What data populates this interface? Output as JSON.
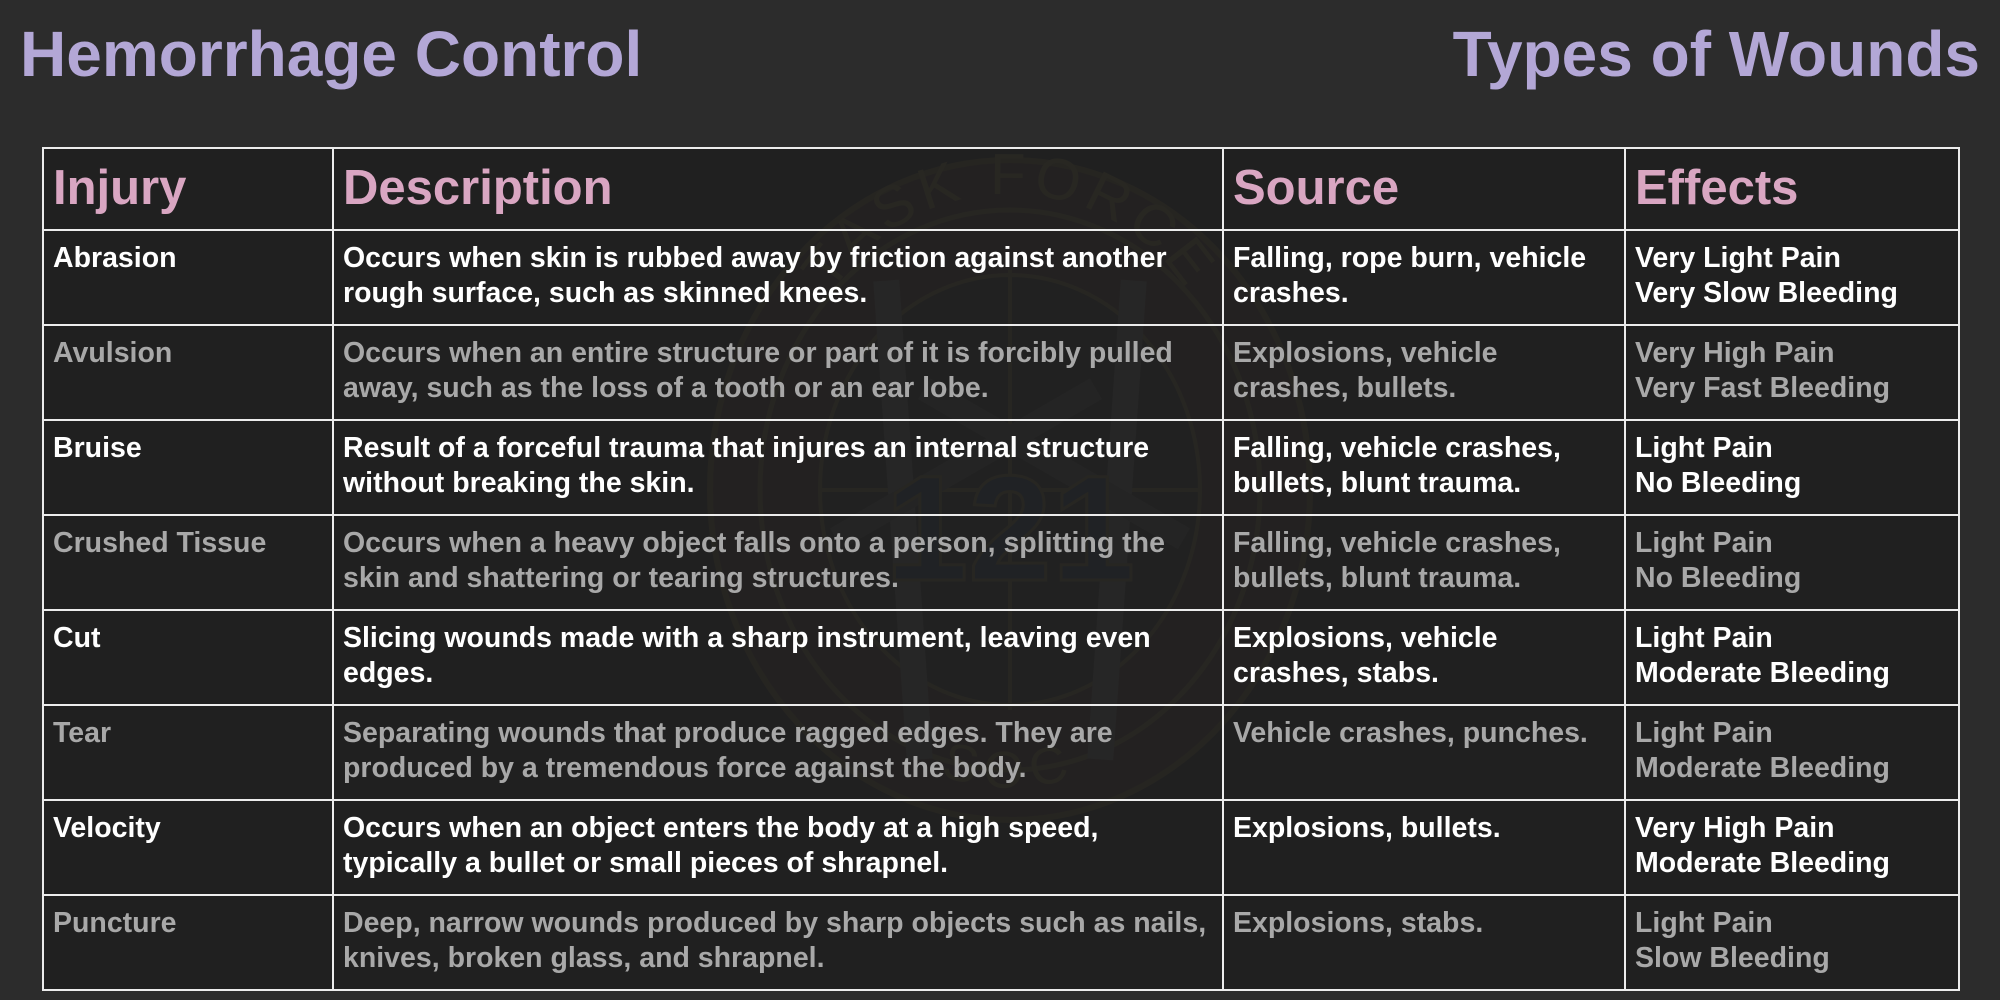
{
  "header": {
    "left_title": "Hemorrhage Control",
    "right_title": "Types of Wounds"
  },
  "watermark": {
    "top_text": "TASK FORCE",
    "number": "121",
    "bottom_text": "SOC"
  },
  "table": {
    "columns": [
      "Injury",
      "Description",
      "Source",
      "Effects"
    ],
    "rows": [
      {
        "injury": "Abrasion",
        "description": "Occurs when skin is rubbed away by friction against another rough surface, such as skinned knees.",
        "source": "Falling, rope burn, vehicle crashes.",
        "pain": "Very Light Pain",
        "bleeding": "Very Slow Bleeding"
      },
      {
        "injury": "Avulsion",
        "description": "Occurs when an entire structure or part of it is forcibly pulled away, such as the loss of a tooth or an ear lobe.",
        "source": "Explosions, vehicle crashes, bullets.",
        "pain": "Very High Pain",
        "bleeding": "Very Fast Bleeding"
      },
      {
        "injury": "Bruise",
        "description": "Result of a forceful trauma that injures an internal structure without breaking the skin.",
        "source": "Falling, vehicle crashes, bullets, blunt trauma.",
        "pain": "Light Pain",
        "bleeding": "No Bleeding"
      },
      {
        "injury": "Crushed Tissue",
        "description": "Occurs when a heavy object falls onto a person, splitting the skin and shattering or tearing structures.",
        "source": "Falling, vehicle crashes, bullets, blunt trauma.",
        "pain": "Light Pain",
        "bleeding": "No Bleeding"
      },
      {
        "injury": "Cut",
        "description": "Slicing wounds made with a sharp instrument, leaving even edges.",
        "source": "Explosions, vehicle crashes, stabs.",
        "pain": "Light Pain",
        "bleeding": "Moderate Bleeding"
      },
      {
        "injury": "Tear",
        "description": "Separating wounds that produce ragged edges. They are produced by a tremendous force against the body.",
        "source": "Vehicle crashes, punches.",
        "pain": "Light Pain",
        "bleeding": "Moderate Bleeding"
      },
      {
        "injury": "Velocity",
        "description": "Occurs when an object enters the body at a high speed, typically a bullet or small pieces of shrapnel.",
        "source": "Explosions, bullets.",
        "pain": "Very High Pain",
        "bleeding": "Moderate Bleeding"
      },
      {
        "injury": "Puncture",
        "description": "Deep, narrow wounds produced by sharp objects such as nails, knives, broken glass, and shrapnel.",
        "source": "Explosions, stabs.",
        "pain": "Light Pain",
        "bleeding": "Slow Bleeding"
      }
    ]
  },
  "colors": {
    "background": "#2c2c2c",
    "title": "#b3a7d6",
    "header_text": "#d9a6c2",
    "row_primary": "#ffffff",
    "row_secondary": "#a8a8a8",
    "grid": "#ececec"
  }
}
